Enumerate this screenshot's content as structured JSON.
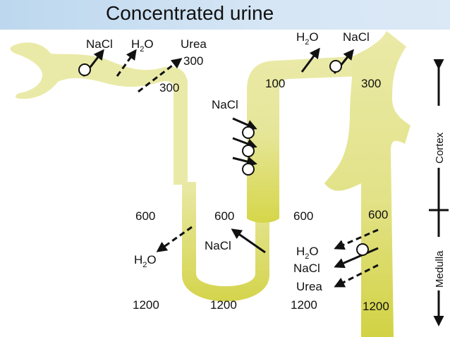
{
  "title": "Concentrated urine",
  "labels": {
    "nacl_1": "NaCl",
    "h2o_1_main": "H",
    "h2o_1_sub": "2",
    "h2o_1_end": "O",
    "urea_1": "Urea",
    "v300_a": "300",
    "v300_b": "300",
    "h2o_2_main": "H",
    "h2o_2_sub": "2",
    "h2o_2_end": "O",
    "nacl_2": "NaCl",
    "v100": "100",
    "v300_c": "300",
    "nacl_3": "NaCl",
    "v600_a": "600",
    "v600_b": "600",
    "v600_c": "600",
    "v600_d": "600",
    "h2o_3_main": "H",
    "h2o_3_sub": "2",
    "h2o_3_end": "O",
    "nacl_4": "NaCl",
    "h2o_4_main": "H",
    "h2o_4_sub": "2",
    "h2o_4_end": "O",
    "nacl_5": "NaCl",
    "urea_2": "Urea",
    "v1200_a": "1200",
    "v1200_b": "1200",
    "v1200_c": "1200",
    "v1200_d": "1200",
    "cortex": "Cortex",
    "medulla": "Medulla"
  },
  "colors": {
    "tubule": "#eaeaa8",
    "tubule_dark": "#d2d24a",
    "arrow": "#111111",
    "header": "#c9def2"
  }
}
